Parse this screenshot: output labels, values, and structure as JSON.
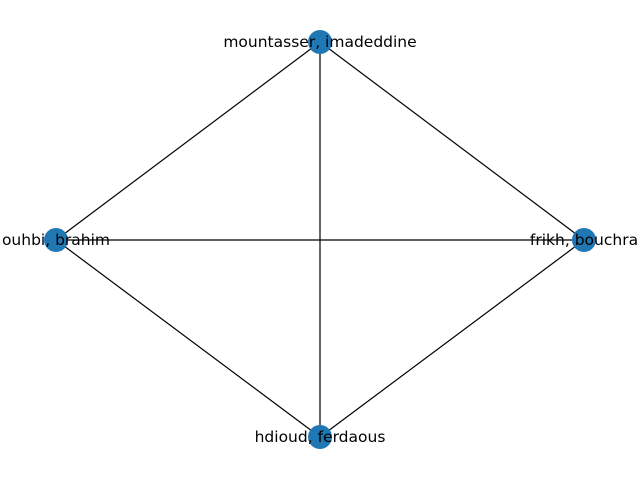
{
  "graph": {
    "node_color": "#1f77b4",
    "edge_color": "#000000",
    "nodes": [
      {
        "id": "mountasser",
        "label": "mountasser, imadeddine"
      },
      {
        "id": "ouhbi",
        "label": "ouhbi, brahim"
      },
      {
        "id": "frikh",
        "label": "frikh, bouchra"
      },
      {
        "id": "hdioud",
        "label": "hdioud, ferdaous"
      }
    ],
    "edges": [
      {
        "source": "mountasser",
        "target": "ouhbi"
      },
      {
        "source": "mountasser",
        "target": "frikh"
      },
      {
        "source": "mountasser",
        "target": "hdioud"
      },
      {
        "source": "ouhbi",
        "target": "frikh"
      },
      {
        "source": "ouhbi",
        "target": "hdioud"
      },
      {
        "source": "frikh",
        "target": "hdioud"
      }
    ]
  }
}
